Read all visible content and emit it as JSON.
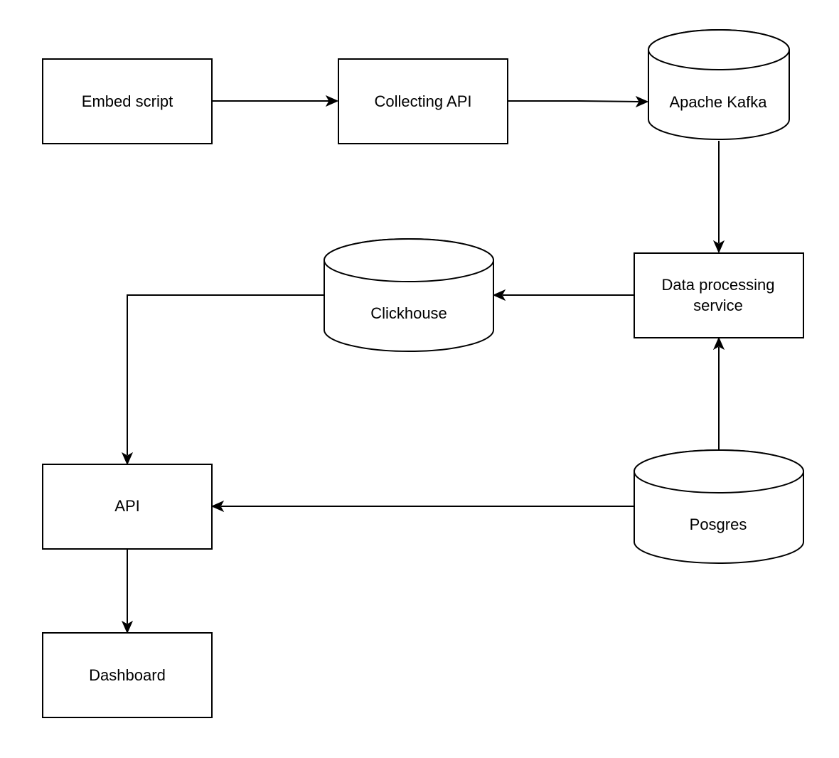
{
  "diagram": {
    "nodes": {
      "embed_script": {
        "label": "Embed script",
        "shape": "rectangle"
      },
      "collecting_api": {
        "label": "Collecting API",
        "shape": "rectangle"
      },
      "apache_kafka": {
        "label": "Apache Kafka",
        "shape": "cylinder"
      },
      "data_processing": {
        "label_line1": "Data processing",
        "label_line2": "service",
        "shape": "rectangle"
      },
      "clickhouse": {
        "label": "Clickhouse",
        "shape": "cylinder"
      },
      "api": {
        "label": "API",
        "shape": "rectangle"
      },
      "posgres": {
        "label": "Posgres",
        "shape": "cylinder"
      },
      "dashboard": {
        "label": "Dashboard",
        "shape": "rectangle"
      }
    },
    "edges": [
      {
        "from": "Embed script",
        "to": "Collecting API"
      },
      {
        "from": "Collecting API",
        "to": "Apache Kafka"
      },
      {
        "from": "Apache Kafka",
        "to": "Data processing service"
      },
      {
        "from": "Data processing service",
        "to": "Clickhouse"
      },
      {
        "from": "Clickhouse",
        "to": "API"
      },
      {
        "from": "Posgres",
        "to": "Data processing service"
      },
      {
        "from": "Posgres",
        "to": "API"
      },
      {
        "from": "API",
        "to": "Dashboard"
      }
    ],
    "colors": {
      "stroke": "#000000",
      "fill": "#ffffff",
      "text": "#000000"
    }
  }
}
